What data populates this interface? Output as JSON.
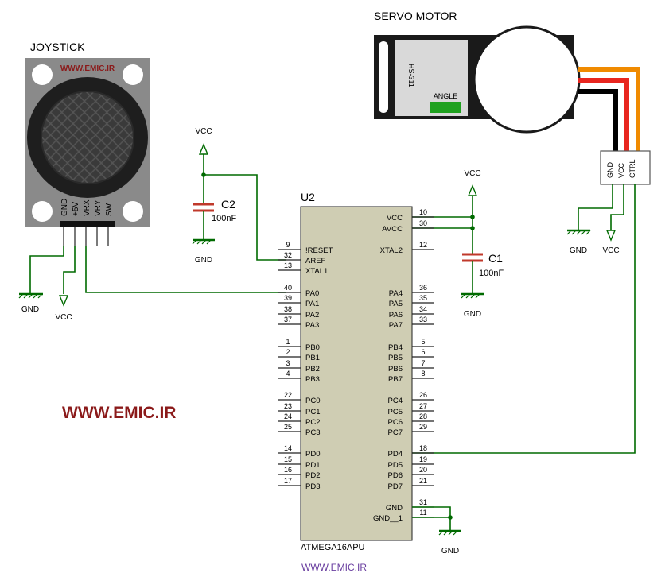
{
  "joystick": {
    "title": "JOYSTICK",
    "watermark": "WWW.EMIC.IR",
    "pins": [
      "GND",
      "+5V",
      "VRX",
      "VRY",
      "SW"
    ]
  },
  "servo": {
    "title": "SERVO MOTOR",
    "model": "HS-311",
    "angle_label": "ANGLE",
    "pins": [
      "GND",
      "VCC",
      "CTRL"
    ],
    "wire_colors": [
      "#000000",
      "#e8261f",
      "#f08a00"
    ]
  },
  "mcu": {
    "ref": "U2",
    "part": "ATMEGA16APU",
    "left_pins": [
      {
        "num": "9",
        "name": "!RESET"
      },
      {
        "num": "32",
        "name": "AREF"
      },
      {
        "num": "13",
        "name": "XTAL1"
      },
      {
        "num": "40",
        "name": "PA0"
      },
      {
        "num": "39",
        "name": "PA1"
      },
      {
        "num": "38",
        "name": "PA2"
      },
      {
        "num": "37",
        "name": "PA3"
      },
      {
        "num": "1",
        "name": "PB0"
      },
      {
        "num": "2",
        "name": "PB1"
      },
      {
        "num": "3",
        "name": "PB2"
      },
      {
        "num": "4",
        "name": "PB3"
      },
      {
        "num": "22",
        "name": "PC0"
      },
      {
        "num": "23",
        "name": "PC1"
      },
      {
        "num": "24",
        "name": "PC2"
      },
      {
        "num": "25",
        "name": "PC3"
      },
      {
        "num": "14",
        "name": "PD0"
      },
      {
        "num": "15",
        "name": "PD1"
      },
      {
        "num": "16",
        "name": "PD2"
      },
      {
        "num": "17",
        "name": "PD3"
      }
    ],
    "right_pins": [
      {
        "num": "10",
        "name": "VCC"
      },
      {
        "num": "30",
        "name": "AVCC"
      },
      {
        "num": "12",
        "name": "XTAL2"
      },
      {
        "num": "36",
        "name": "PA4"
      },
      {
        "num": "35",
        "name": "PA5"
      },
      {
        "num": "34",
        "name": "PA6"
      },
      {
        "num": "33",
        "name": "PA7"
      },
      {
        "num": "5",
        "name": "PB4"
      },
      {
        "num": "6",
        "name": "PB5"
      },
      {
        "num": "7",
        "name": "PB6"
      },
      {
        "num": "8",
        "name": "PB7"
      },
      {
        "num": "26",
        "name": "PC4"
      },
      {
        "num": "27",
        "name": "PC5"
      },
      {
        "num": "28",
        "name": "PC6"
      },
      {
        "num": "29",
        "name": "PC7"
      },
      {
        "num": "18",
        "name": "PD4"
      },
      {
        "num": "19",
        "name": "PD5"
      },
      {
        "num": "20",
        "name": "PD6"
      },
      {
        "num": "21",
        "name": "PD7"
      },
      {
        "num": "31",
        "name": "GND"
      },
      {
        "num": "11",
        "name": "GND__1"
      }
    ]
  },
  "capacitors": {
    "c1": {
      "ref": "C1",
      "value": "100nF"
    },
    "c2": {
      "ref": "C2",
      "value": "100nF"
    }
  },
  "net_labels": {
    "vcc": "VCC",
    "gnd": "GND"
  },
  "watermark_main": "WWW.EMIC.IR",
  "watermark_bottom": "WWW.EMIC.IR",
  "colors": {
    "wire": "#006a00",
    "chip_fill": "#cfcdb3",
    "watermark": "#8b1a1a",
    "watermark_bottom": "#6a3fa0",
    "joystick_body": "#8a8a8a"
  }
}
